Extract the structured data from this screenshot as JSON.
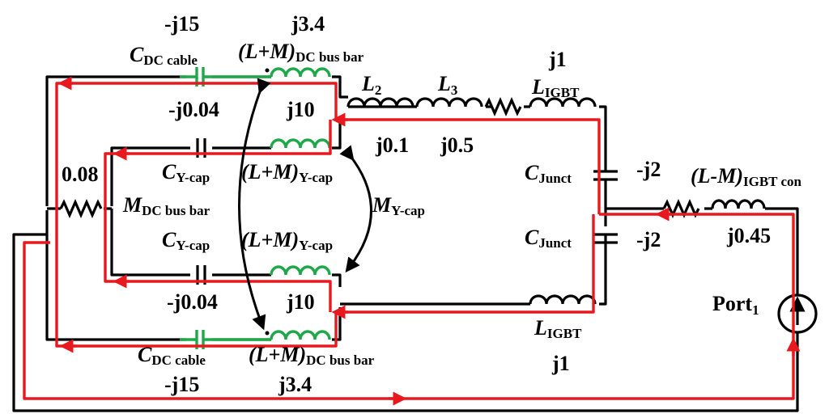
{
  "values": {
    "c_dc_cable_top": "-j15",
    "l_dc_busbar_top": "j3.4",
    "l_igbt_top": "j1",
    "c_ycap_top": "-j0.04",
    "l_ycap_top": "j10",
    "r_dc": "0.08",
    "l2": "j0.1",
    "l3": "j0.5",
    "c_junct_top": "-j2",
    "c_junct_bot": "-j2",
    "l_igbt_con": "j0.45",
    "c_ycap_bot": "-j0.04",
    "l_ycap_bot": "j10",
    "l_igbt_bot": "j1",
    "c_dc_cable_bot": "-j15",
    "l_dc_busbar_bot": "j3.4"
  },
  "names": {
    "c_main": "C",
    "c_dc_cable_sub": "DC cable",
    "lm_main": "(L+M)",
    "dc_busbar_sub": "DC bus bar",
    "ycap_sub": "Y-cap",
    "l_main": "L",
    "l2_sub": "2",
    "l3_sub": "3",
    "igbt_sub": "IGBT",
    "junct_sub": "Junct",
    "m_main": "M",
    "lminusm_main": "(L-M)",
    "igbt_con_sub": "IGBT con",
    "port_main": "Port",
    "port_sub": "1"
  },
  "colors": {
    "wire": "#000000",
    "current_path": "#e8191e",
    "dc_cable_element": "#1fa84a"
  }
}
